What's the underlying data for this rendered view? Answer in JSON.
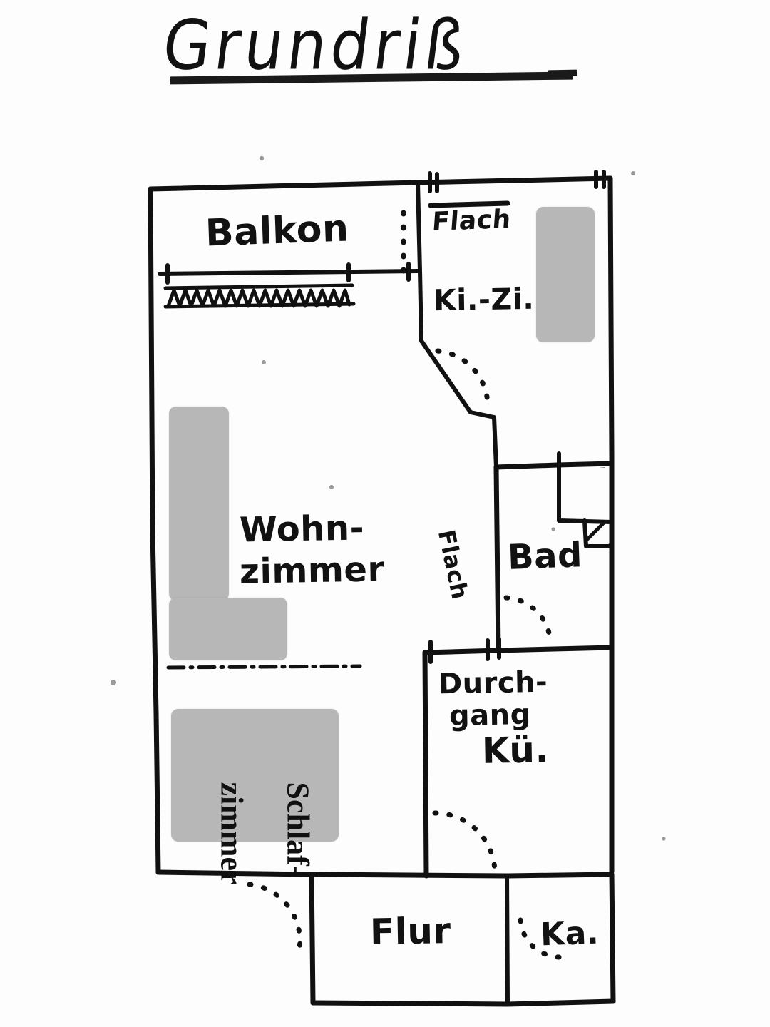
{
  "document": {
    "title": "Grundriß",
    "type": "hand-drawn-floor-plan",
    "language": "de"
  },
  "rooms": [
    {
      "id": "balkon",
      "label": "Balkon",
      "note": "balcony at top-left with railing/radiator strip below"
    },
    {
      "id": "flach",
      "label": "Flach",
      "note": "scribbled annotation above Ki.-Zi., underlined"
    },
    {
      "id": "kinderzimmer",
      "label": "Ki.-Zi.",
      "note": "Kinderzimmer, angled wall bottom-left, furniture block right"
    },
    {
      "id": "wohnzimmer",
      "label_line1": "Wohn-",
      "label_line2": "zimmer",
      "note": "living room, large left area, two grey furniture blocks"
    },
    {
      "id": "flach_bad",
      "label": "Flach",
      "note": "vertical annotation on wall left of Bad"
    },
    {
      "id": "bad",
      "label": "Bad",
      "note": "bathroom with hatched shaft top-right and door swing arc"
    },
    {
      "id": "schlafzimmer",
      "label_line1": "Schlaf-",
      "label_line2": "zimmer",
      "note": "bedroom, rotated serif label on grey block"
    },
    {
      "id": "durchgang",
      "label_line1": "Durch-",
      "label_line2": "gang",
      "note": "passage"
    },
    {
      "id": "kueche",
      "label": "Kü.",
      "note": "Küche / kitchen, same room area as Durchgang"
    },
    {
      "id": "flur",
      "label": "Flur",
      "note": "hallway bottom centre"
    },
    {
      "id": "kammer",
      "label": "Ka.",
      "note": "Kammer / storage bottom-right with door arc"
    }
  ],
  "colors": {
    "ink": "#111111",
    "paper": "#fdfdfd",
    "furniture_grey": "#b7b7b7",
    "hatch": "#121212"
  },
  "furniture": [
    {
      "id": "kizi-block",
      "name": "kinderzimmer-furniture"
    },
    {
      "id": "wohn-block-v",
      "name": "wohnzimmer-furniture-vertical"
    },
    {
      "id": "wohn-block-h",
      "name": "wohnzimmer-furniture-horizontal"
    },
    {
      "id": "schlaf-block",
      "name": "schlafzimmer-furniture"
    }
  ],
  "annotations": {
    "divider_note": "dash-dot line between Wohnzimmer and Schlafzimmer",
    "railing_note": "zig-zag hatched strip below balcony wall",
    "shaft_note": "diagonally hatched shaft in Bad top-right",
    "door_arcs": [
      "ki-zi door",
      "bad door",
      "wc door",
      "flur door",
      "kammer door",
      "balkon door"
    ]
  }
}
